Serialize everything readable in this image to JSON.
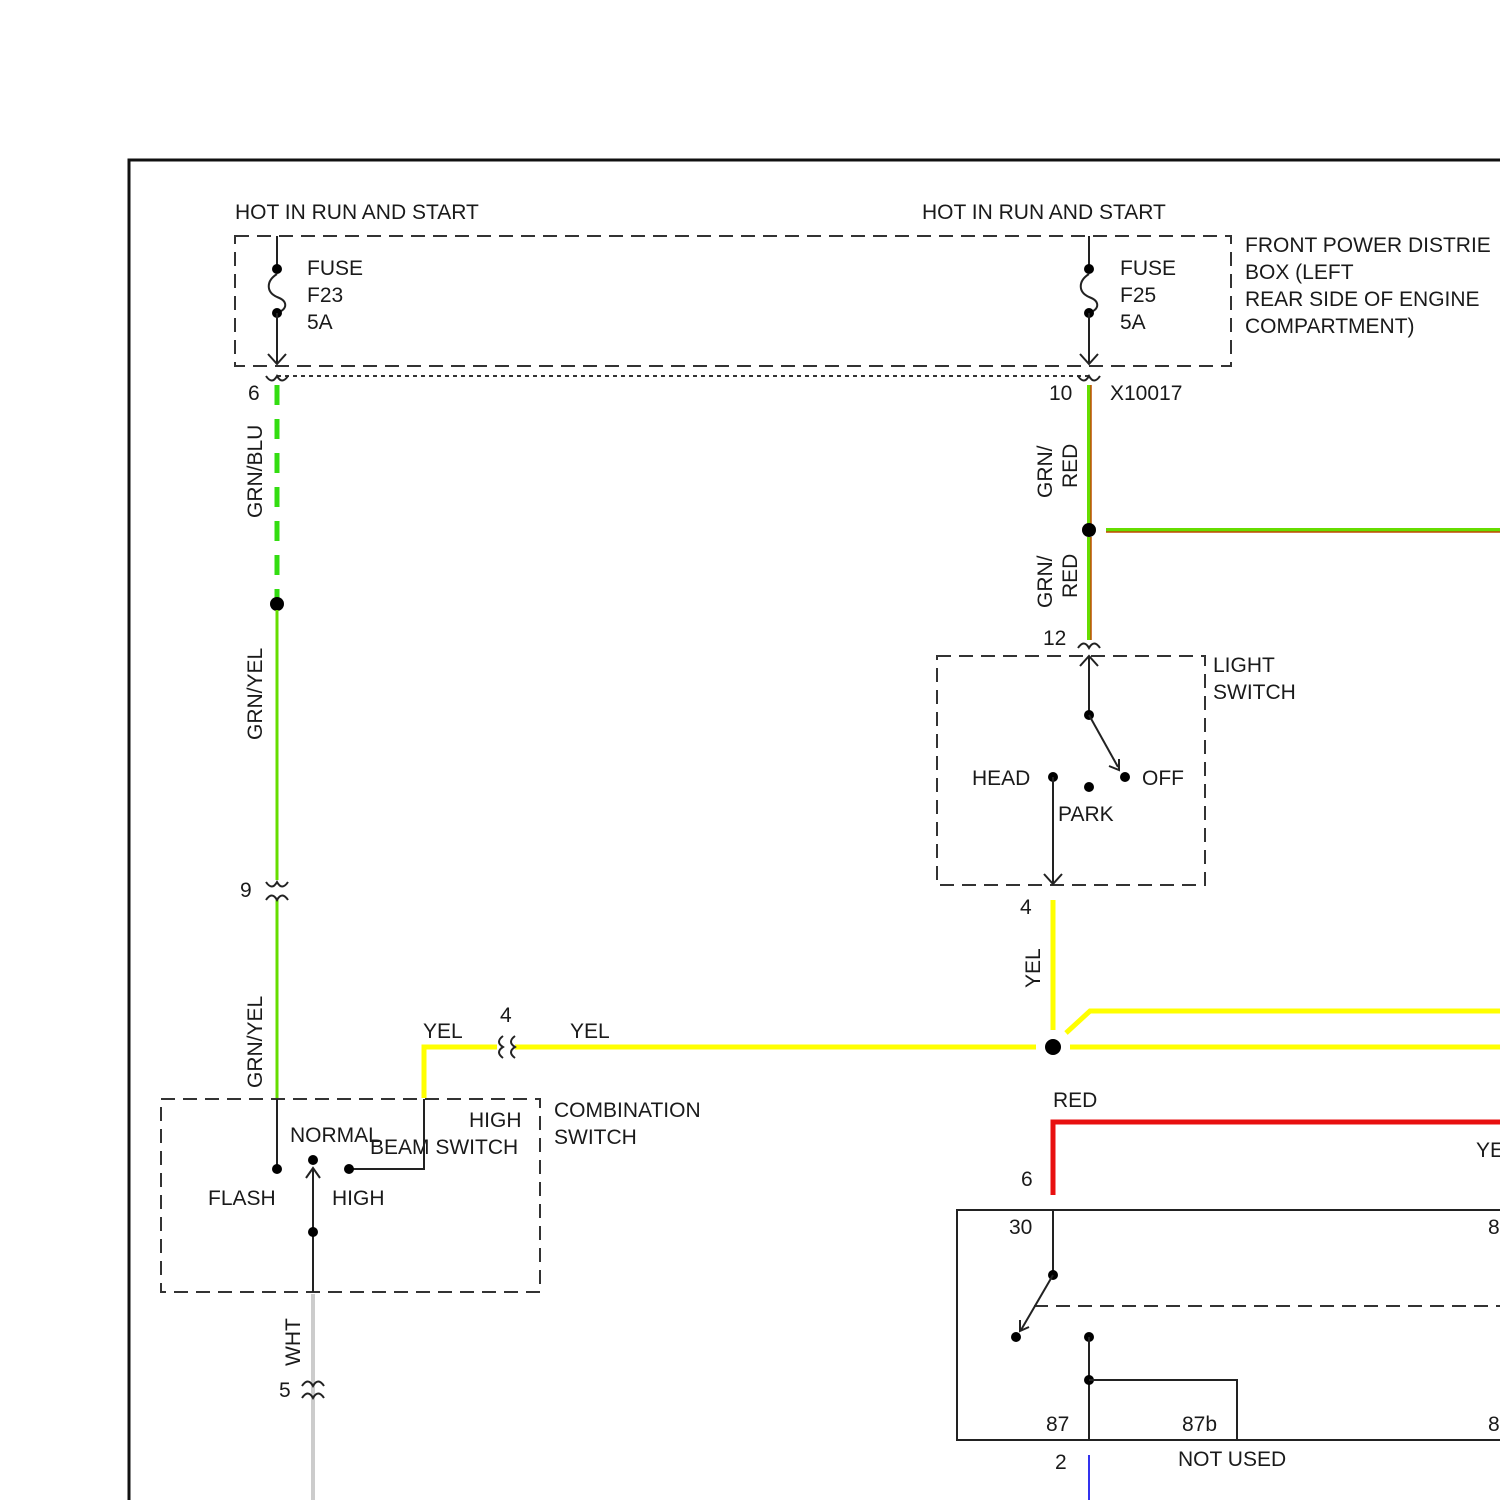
{
  "labels": {
    "hot_left": "HOT IN RUN AND START",
    "hot_right": "HOT IN RUN AND START",
    "fuse_left": [
      "FUSE",
      "F23",
      "5A"
    ],
    "fuse_right": [
      "FUSE",
      "F25",
      "5A"
    ],
    "power_box": [
      "FRONT POWER DISTRIE",
      "BOX (LEFT",
      "REAR SIDE OF ENGINE",
      "COMPARTMENT)"
    ],
    "connector_id": "X10017",
    "light_switch": [
      "LIGHT",
      "SWITCH"
    ],
    "light_positions": {
      "head": "HEAD",
      "park": "PARK",
      "off": "OFF"
    },
    "combination_switch": [
      "COMBINATION",
      "SWITCH"
    ],
    "high_beam_switch": [
      "HIGH",
      "BEAM SWITCH"
    ],
    "combo_positions": {
      "normal": "NORMAL",
      "flash": "FLASH",
      "high": "HIGH"
    },
    "relay_pins": {
      "p30": "30",
      "p87": "87",
      "p87b": "87b",
      "right_top": "8",
      "right_bottom": "8"
    },
    "not_used": "NOT USED"
  },
  "pins": {
    "fuse_left_out": "6",
    "fuse_right_out": "10",
    "light_switch_in": "12",
    "light_switch_out": "4",
    "connector_9": "9",
    "connector_4": "4",
    "combo_out": "5",
    "relay_in": "6",
    "relay_out": "2"
  },
  "wires": {
    "left_upper": "GRN/BLU",
    "left_mid": "GRN/YEL",
    "left_lower": "GRN/YEL",
    "right_upper": [
      "GRN/",
      "RED"
    ],
    "right_mid": [
      "GRN/",
      "RED"
    ],
    "light_out": "YEL",
    "bus_left": "YEL",
    "bus_mid": "YEL",
    "relay_feed": "RED",
    "relay_feed_right": "YE",
    "combo_out": "WHT"
  },
  "colors": {
    "grn_blu": "#33dd11",
    "grn_yel": "#66dd00",
    "yel": "#ffff00",
    "red": "#e81010",
    "red_stripe": "#c04a00",
    "wht": "#cccccc",
    "blu": "#3333ee"
  }
}
